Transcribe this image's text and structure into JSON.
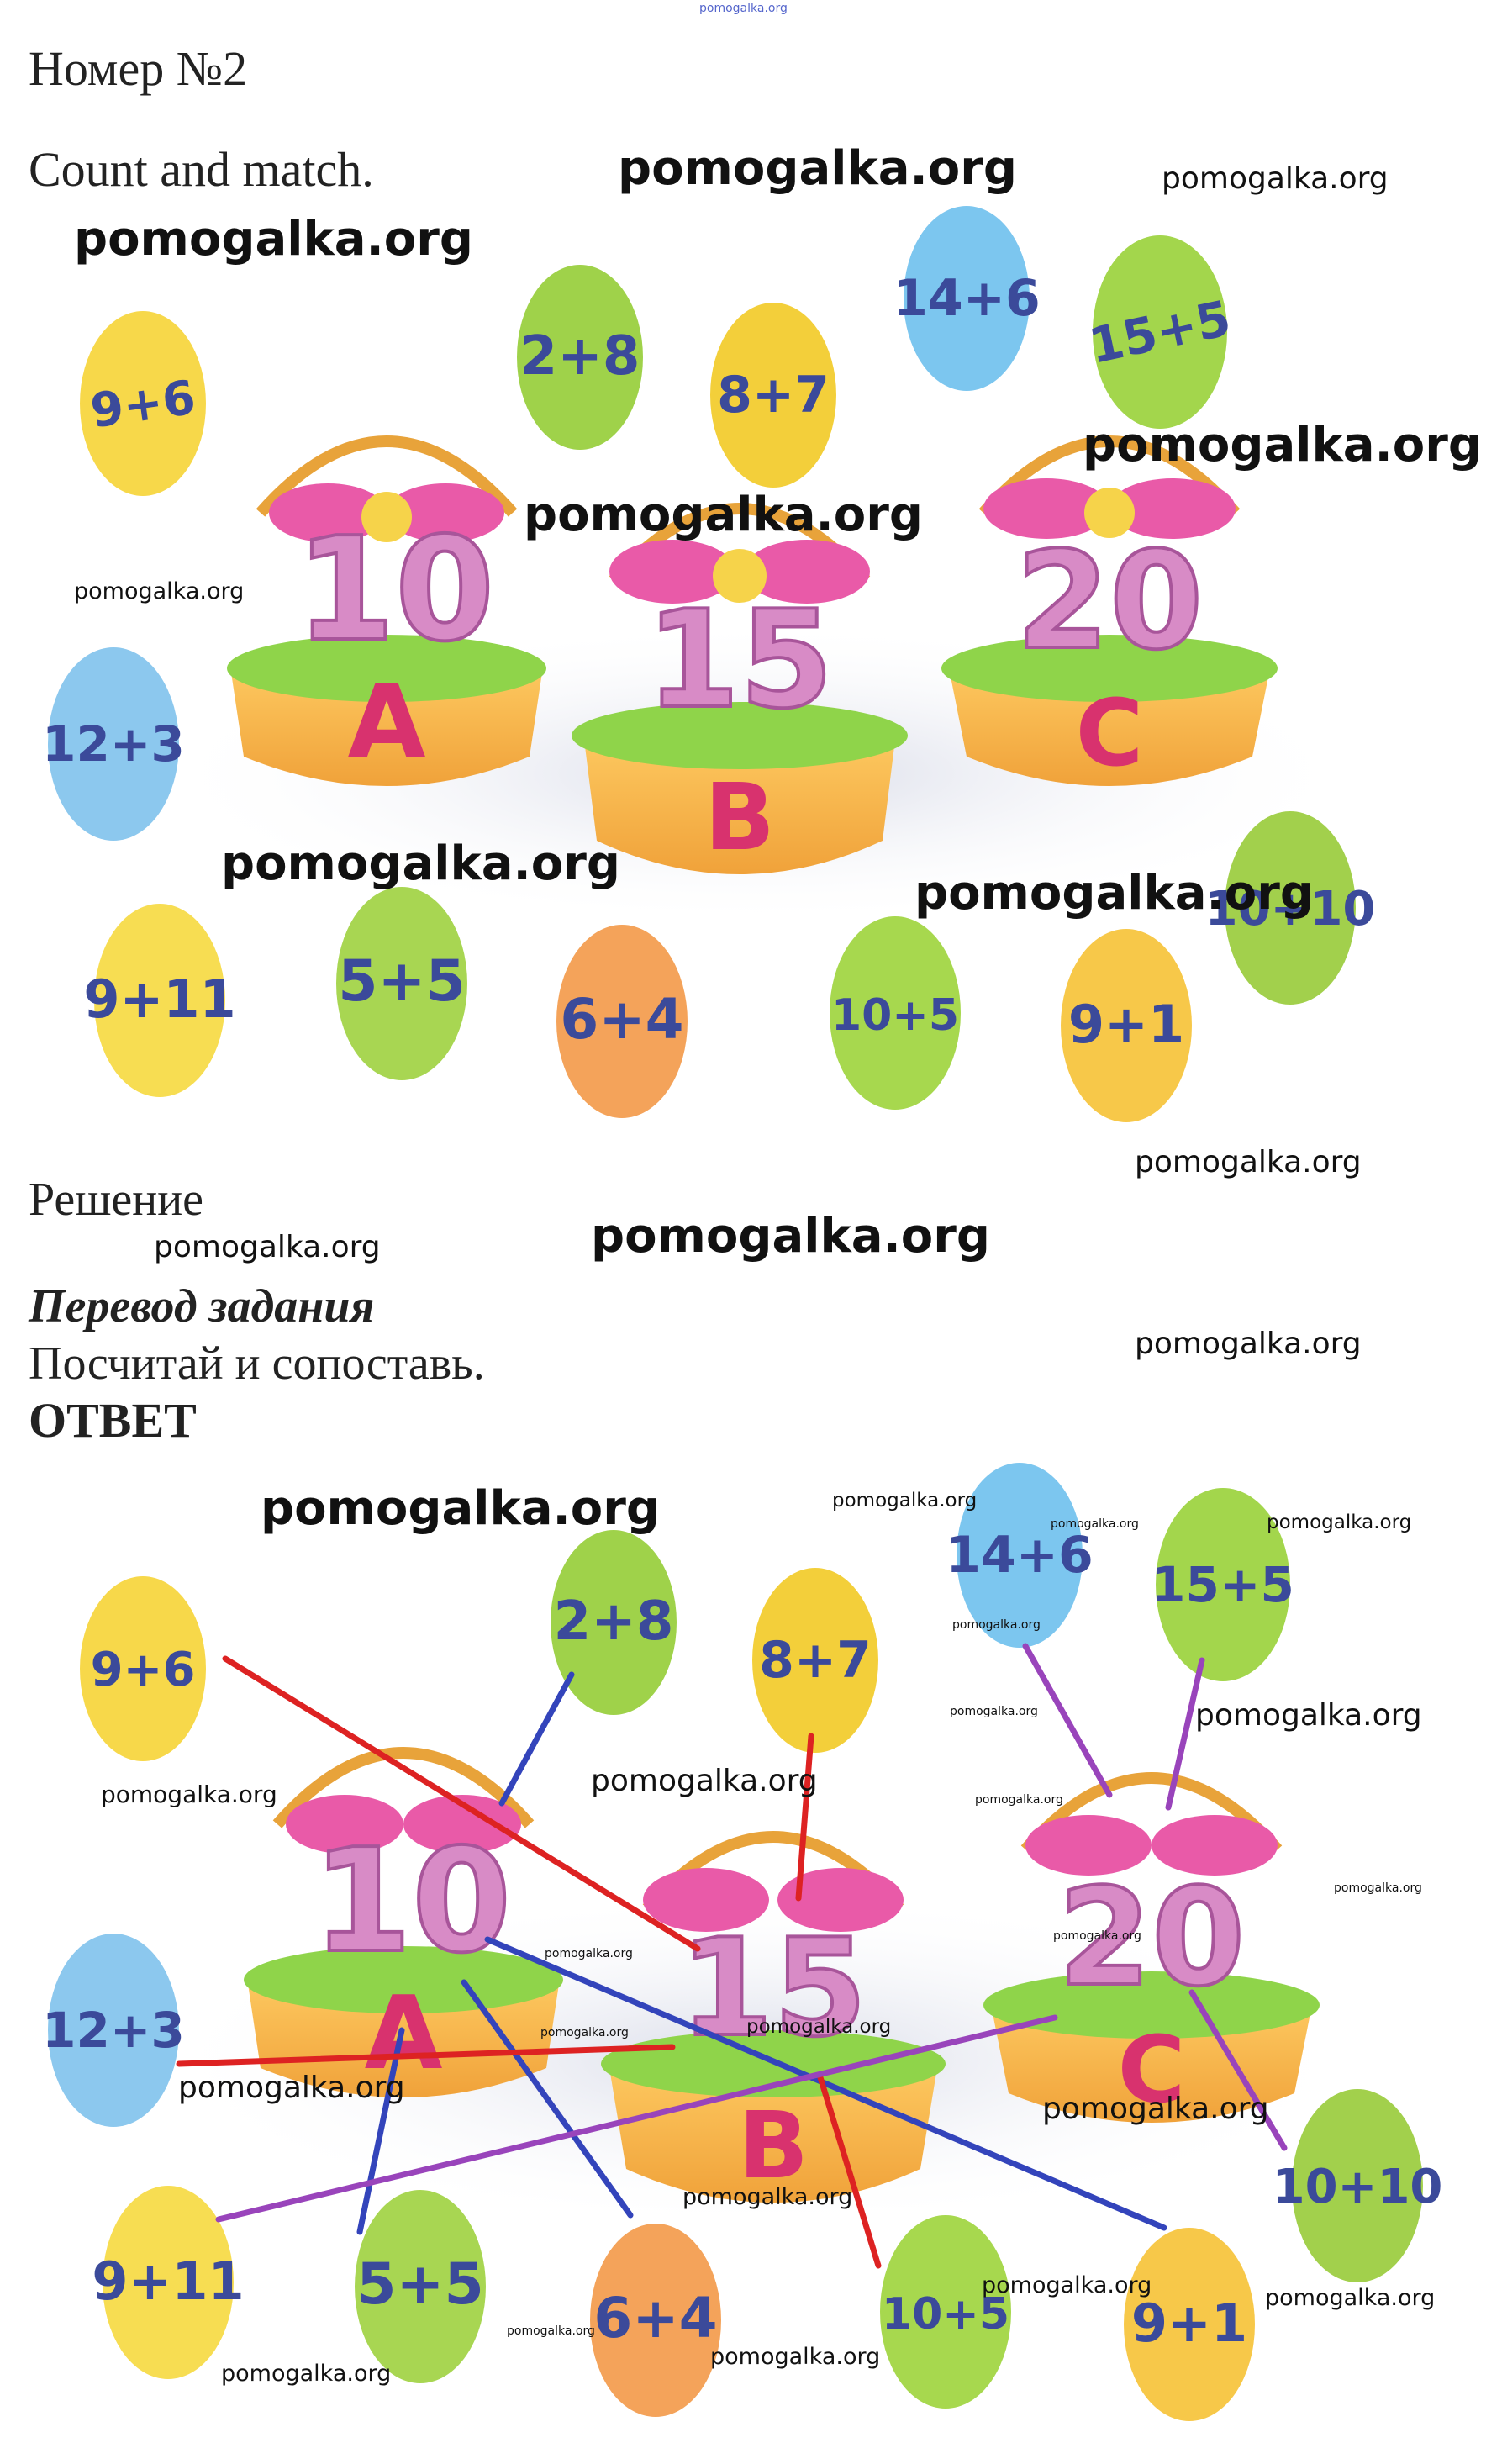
{
  "top_watermark": "pomogalka.org",
  "header": {
    "number": "Номер №2",
    "instruction": "Count and match."
  },
  "watermark_text": "pomogalka.org",
  "baskets": [
    {
      "number": "10",
      "letter": "A"
    },
    {
      "number": "15",
      "letter": "B"
    },
    {
      "number": "20",
      "letter": "C"
    }
  ],
  "eggs": [
    {
      "label": "9+6",
      "color": "#f7d84a"
    },
    {
      "label": "2+8",
      "color": "#9fd24a"
    },
    {
      "label": "8+7",
      "color": "#f3cf3a"
    },
    {
      "label": "14+6",
      "color": "#7cc6ef"
    },
    {
      "label": "15+5",
      "color": "#a3d64c"
    },
    {
      "label": "12+3",
      "color": "#8cc8ee"
    },
    {
      "label": "9+11",
      "color": "#f7dd52"
    },
    {
      "label": "5+5",
      "color": "#a8d652"
    },
    {
      "label": "6+4",
      "color": "#f4a35a"
    },
    {
      "label": "10+5",
      "color": "#a7d84e"
    },
    {
      "label": "9+1",
      "color": "#f7c849"
    },
    {
      "label": "10+10",
      "color": "#a2d04c"
    }
  ],
  "solution": {
    "title": "Решение",
    "translation_heading": "Перевод задания",
    "translation_text": "Посчитай и сопоставь.",
    "answer_heading": "ОТВЕТ"
  },
  "line_colors": {
    "basket_A": "#3344bb",
    "basket_B": "#dd2222",
    "basket_C": "#9944bb"
  }
}
